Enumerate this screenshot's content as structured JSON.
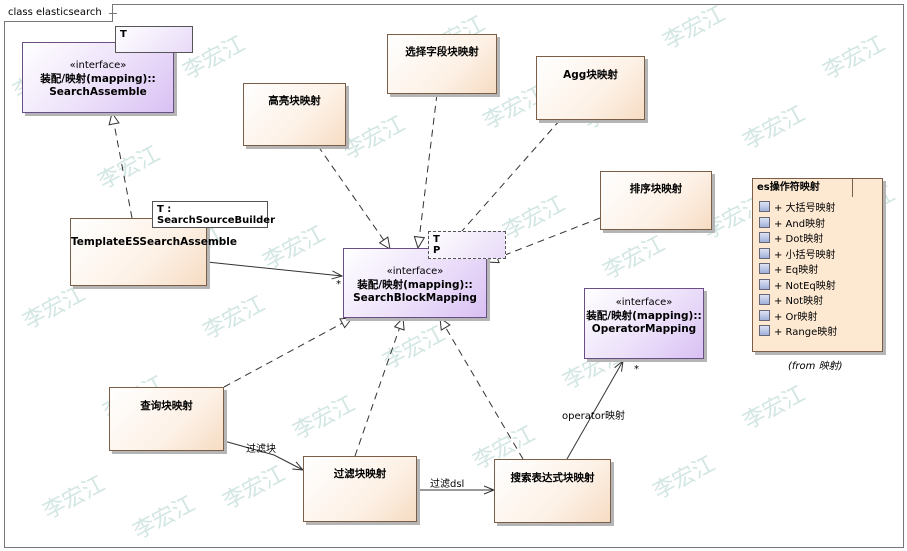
{
  "diagram": {
    "frame_title": "class elasticsearch",
    "watermark": "李宏江",
    "classes": {
      "search_assemble": {
        "stereotype": "«interface»",
        "name_line1": "装配/映射(mapping)::",
        "name_line2": "SearchAssemble",
        "template_param": "T"
      },
      "search_block_mapping": {
        "stereotype": "«interface»",
        "name_line1": "装配/映射(mapping)::",
        "name_line2": "SearchBlockMapping",
        "template_param_1": "T",
        "template_param_2": "P"
      },
      "operator_mapping": {
        "stereotype": "«interface»",
        "name_line1": "装配/映射(mapping)::",
        "name_line2": "OperatorMapping"
      },
      "template_es": {
        "name": "TemplateESSearchAssemble",
        "binding": "T : SearchSourceBuilder"
      },
      "highlight": {
        "name": "高亮块映射"
      },
      "select_fields": {
        "name": "选择字段块映射"
      },
      "agg": {
        "name": "Agg块映射"
      },
      "sort": {
        "name": "排序块映射"
      },
      "query": {
        "name": "查询块映射"
      },
      "filter": {
        "name": "过滤块映射"
      },
      "search_expr": {
        "name": "搜索表达式块映射"
      }
    },
    "enum": {
      "title": "es操作符映射",
      "items": [
        "+ 大括号映射",
        "+ And映射",
        "+ Dot映射",
        "+ 小括号映射",
        "+ Eq映射",
        "+ NotEq映射",
        "+ Not映射",
        "+ Or映射",
        "+ Range映射"
      ],
      "note": "(from 映射)"
    },
    "edge_labels": {
      "filter_block": "过滤块",
      "filter_dsl": "过滤dsl",
      "operator_mapping": "operator映射",
      "mult_star": "*"
    }
  }
}
